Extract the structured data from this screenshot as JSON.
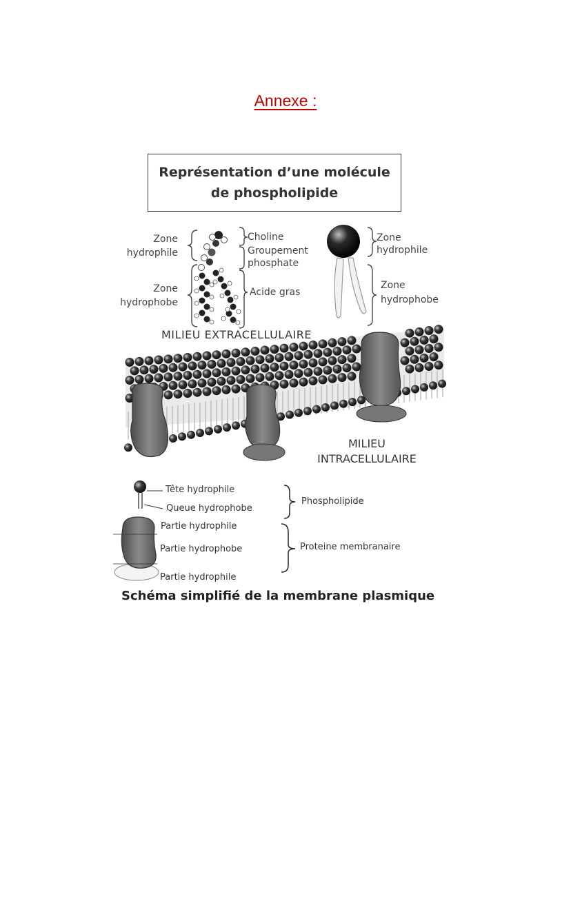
{
  "annexe_title": "Annexe :",
  "box_title": "Représentation d’une molécule\nde phospholipide",
  "molecule": {
    "zone_hydrophile_left": "Zone\nhydrophile",
    "zone_hydrophobe_left": "Zone\nhydrophobe",
    "choline": "Choline",
    "groupement_phosphate": "Groupement\nphosphate",
    "acide_gras": "Acide gras",
    "zone_hydrophile_right": "Zone\nhydrophile",
    "zone_hydrophobe_right": "Zone\nhydrophobe"
  },
  "membrane": {
    "extracellular": "MILIEU EXTRACELLULAIRE",
    "intracellular": "MILIEU\nINTRACELLULAIRE"
  },
  "legend": {
    "tete_hydrophile": "Tête hydrophile",
    "queue_hydrophobe": "Queue hydrophobe",
    "phospholipide": "Phospholipide",
    "partie_hydrophile_top": "Partie hydrophile",
    "partie_hydrophobe": "Partie hydrophobe",
    "partie_hydrophile_bottom": "Partie hydrophile",
    "proteine": "Proteine membranaire"
  },
  "caption": "Schéma simplifié de la membrane plasmique"
}
